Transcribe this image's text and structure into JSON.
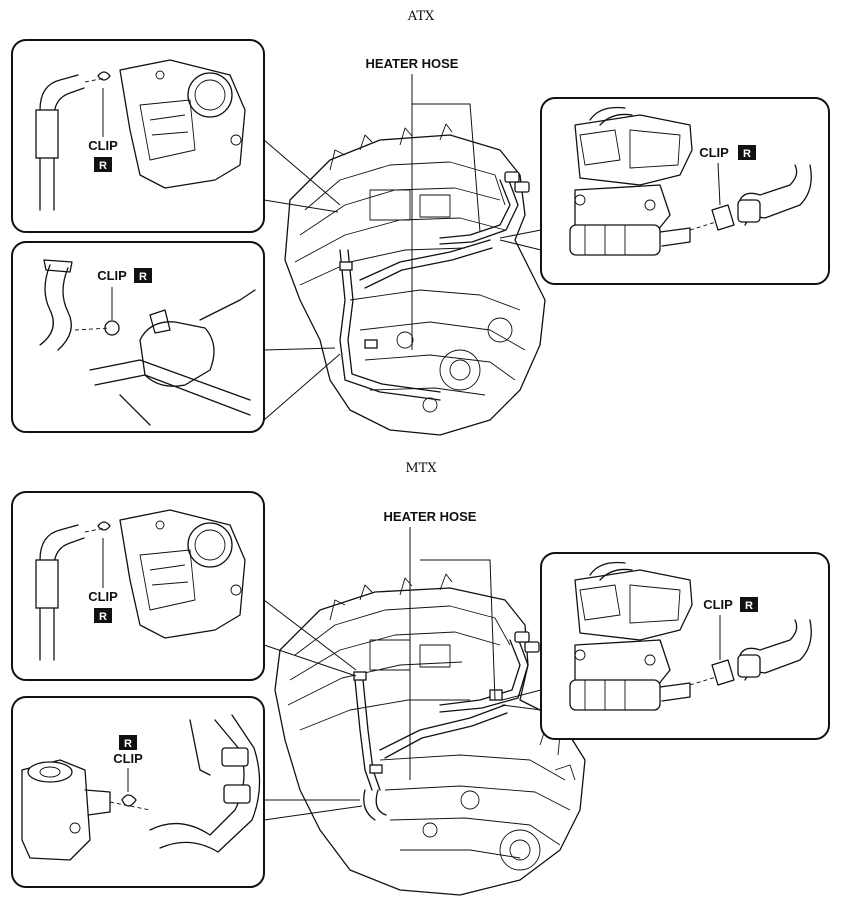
{
  "sections": [
    {
      "title": "ATX",
      "heater_hose_label": "HEATER HOSE",
      "callouts": [
        {
          "text": "CLIP",
          "badge": "R"
        },
        {
          "text": "CLIP",
          "badge": "R"
        },
        {
          "text": "CLIP",
          "badge": "R"
        }
      ]
    },
    {
      "title": "MTX",
      "heater_hose_label": "HEATER HOSE",
      "callouts": [
        {
          "text": "CLIP",
          "badge": "R"
        },
        {
          "text": "CLIP",
          "badge": "R"
        },
        {
          "text": "CLIP",
          "badge": "R"
        }
      ]
    }
  ]
}
